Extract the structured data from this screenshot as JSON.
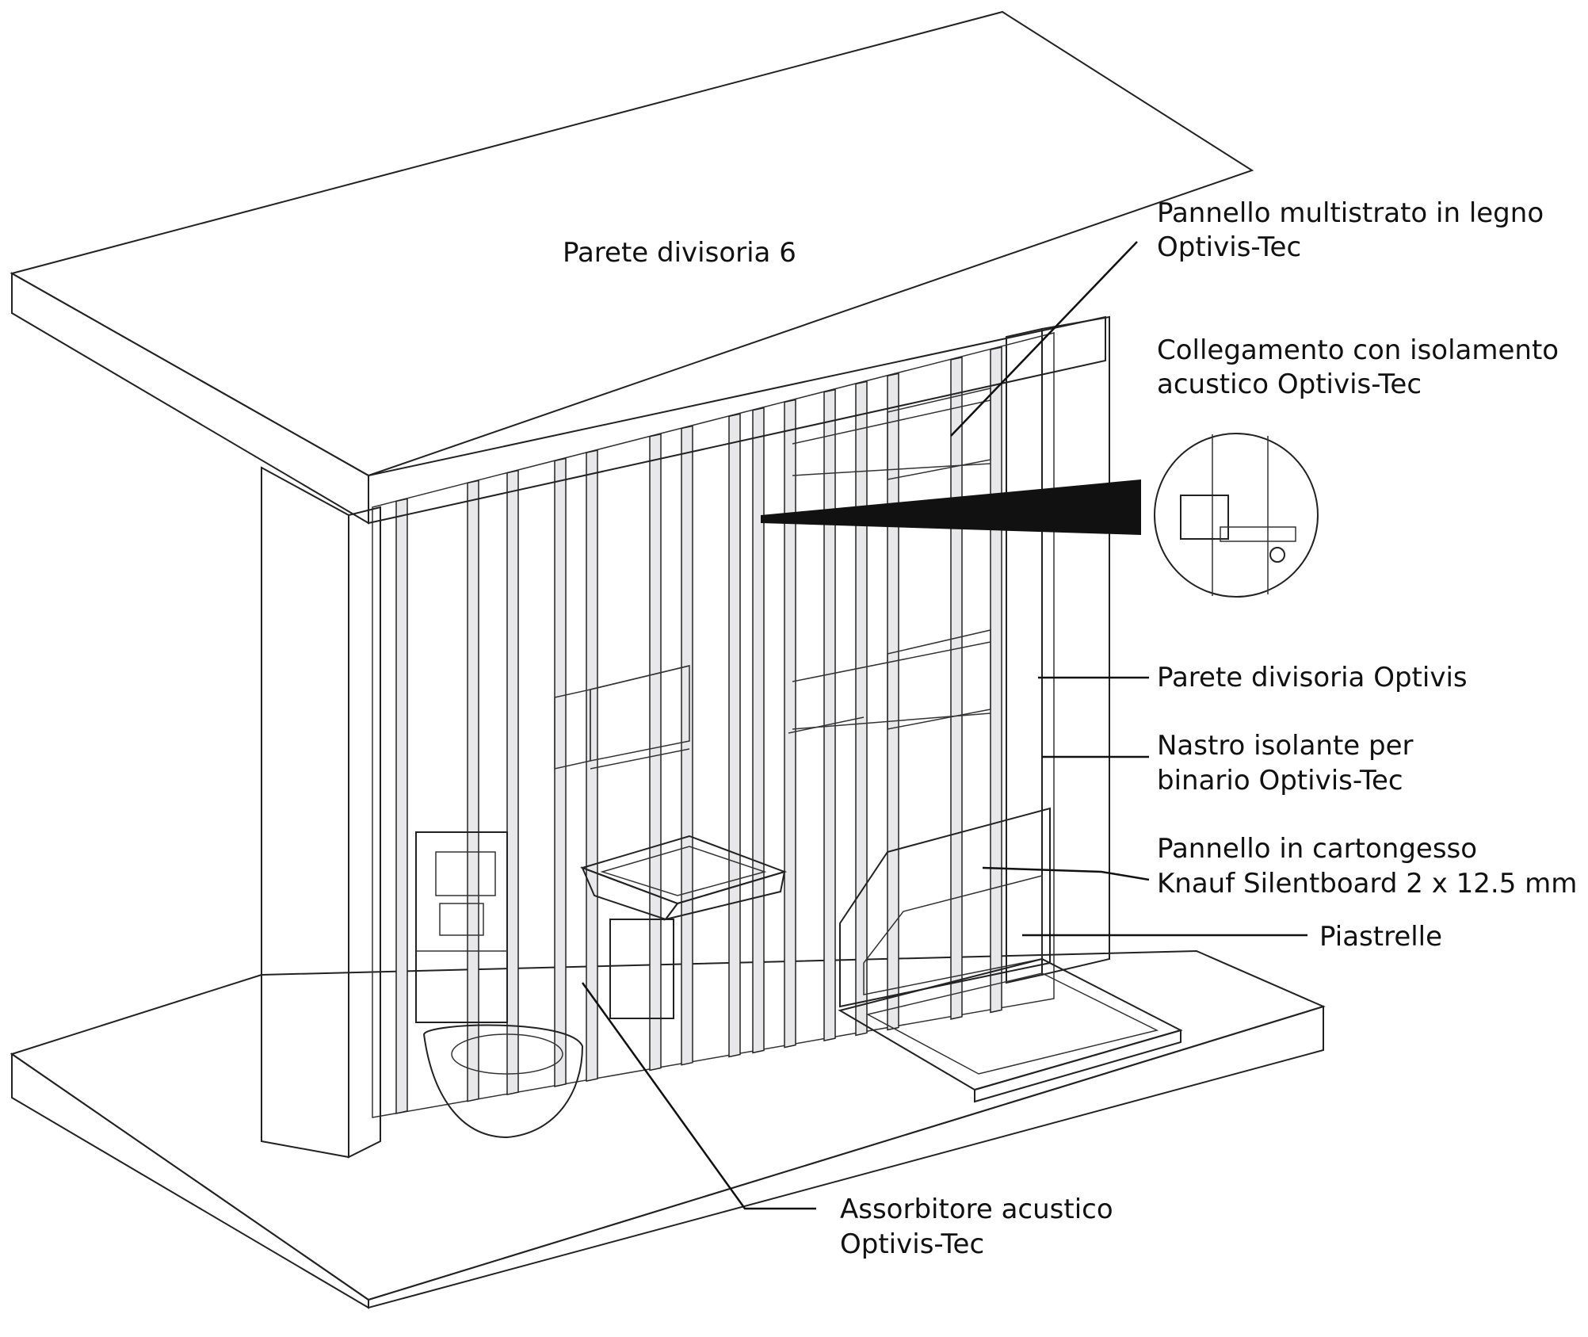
{
  "title": "Parete divisoria 6",
  "labels": {
    "multistrato": [
      "Pannello multistrato in legno",
      "Optivis-Tec"
    ],
    "collegamento": [
      "Collegamento con isolamento",
      "acustico Optivis-Tec"
    ],
    "parete_optivis": [
      "Parete divisoria Optivis"
    ],
    "nastro": [
      "Nastro isolante per",
      "binario Optivis-Tec"
    ],
    "cartongesso": [
      "Pannello in cartongesso",
      "Knauf Silentboard 2 x 12.5 mm"
    ],
    "piastrelle": [
      "Piastrelle"
    ],
    "assorbitore": [
      "Assorbitore acustico",
      "Optivis-Tec"
    ]
  },
  "colors": {
    "wood": "#c89a6e",
    "silentboard": "#8ed4b8",
    "tile": "#a8a9ab",
    "concrete": "#d4d4d6",
    "frame": "#e8e8ea",
    "line": "#222222"
  }
}
